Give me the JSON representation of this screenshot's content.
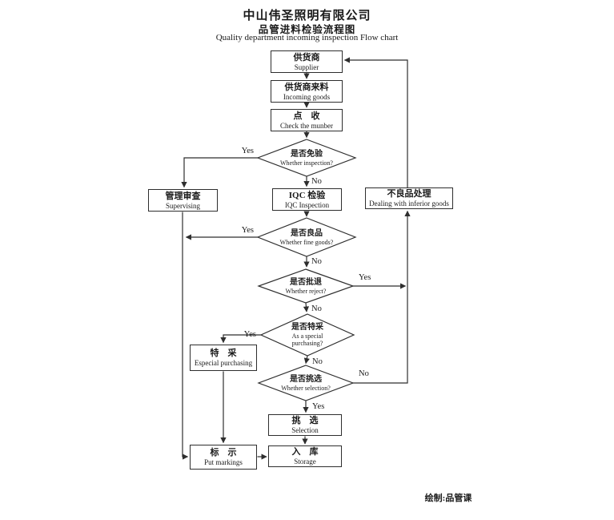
{
  "title": {
    "company": "中山伟圣照明有限公司",
    "chart_cn": "品管进料检验流程图",
    "chart_en": "Quality department incoming inspection Flow chart"
  },
  "footer": {
    "credit": "绘制:品管课"
  },
  "labels": {
    "yes": "Yes",
    "no": "No"
  },
  "nodes": {
    "supplier": {
      "cn": "供货商",
      "en": "Supplier"
    },
    "incoming_goods": {
      "cn": "供货商来料",
      "en": "Incoming goods"
    },
    "check_number": {
      "cn": "点　收",
      "en": "Check the munber"
    },
    "whether_inspection": {
      "cn": "是否免验",
      "en": "Whether inspection?"
    },
    "supervising": {
      "cn": "管理审查",
      "en": "Supervising"
    },
    "iqc_inspection": {
      "cn": "IQC 检验",
      "en": "IQC Inspection"
    },
    "inferior_goods": {
      "cn": "不良品处理",
      "en": "Dealing with inferior goods"
    },
    "whether_fine": {
      "cn": "是否良品",
      "en": "Whether fine goods?"
    },
    "whether_reject": {
      "cn": "是否批退",
      "en": "Whether reject?"
    },
    "whether_special": {
      "cn": "是否特采",
      "en_line1": "As a special",
      "en_line2": "purchasing?"
    },
    "especial_purchasing": {
      "cn": "特　采",
      "en": "Especial purchasing"
    },
    "whether_selection": {
      "cn": "是否挑选",
      "en": "Whether selection?"
    },
    "selection": {
      "cn": "挑　选",
      "en": "Selection"
    },
    "put_markings": {
      "cn": "标　示",
      "en": "Put markings"
    },
    "storage": {
      "cn": "入　库",
      "en": "Storage"
    }
  }
}
